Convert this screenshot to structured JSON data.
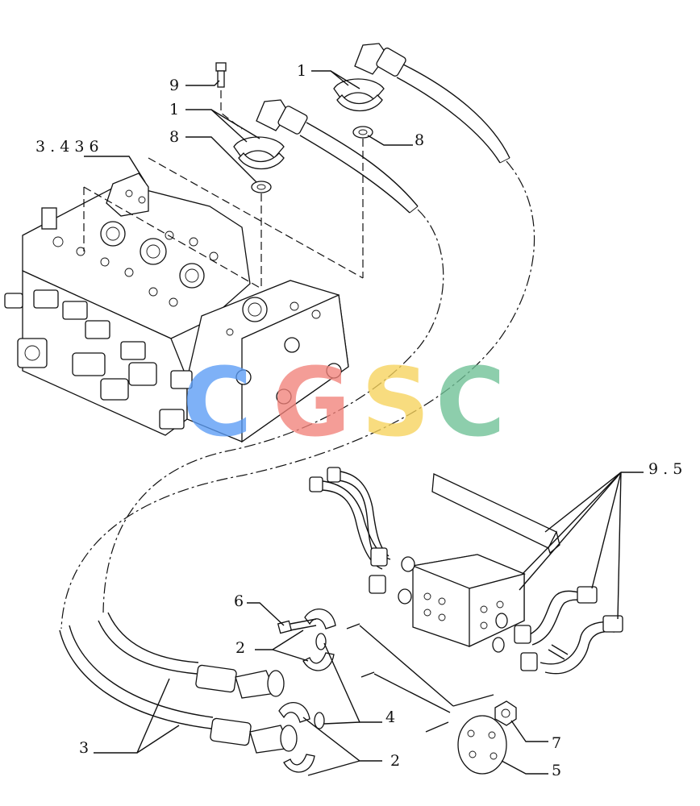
{
  "callouts": {
    "c9_top": "9",
    "c1_left": "1",
    "c8_left": "8",
    "c1_right": "1",
    "c8_right": "8",
    "ref_valve": "3 . 4 3 6",
    "ref_bracket": "9 . 5",
    "c6": "6",
    "c2_upper": "2",
    "c4": "4",
    "c2_lower": "2",
    "c3": "3",
    "c7": "7",
    "c5": "5"
  },
  "watermark": {
    "letters": [
      "C",
      "G",
      "S",
      "C"
    ],
    "colors": [
      "#5a9cf5",
      "#f2827a",
      "#f7d35c",
      "#6ec196"
    ]
  }
}
